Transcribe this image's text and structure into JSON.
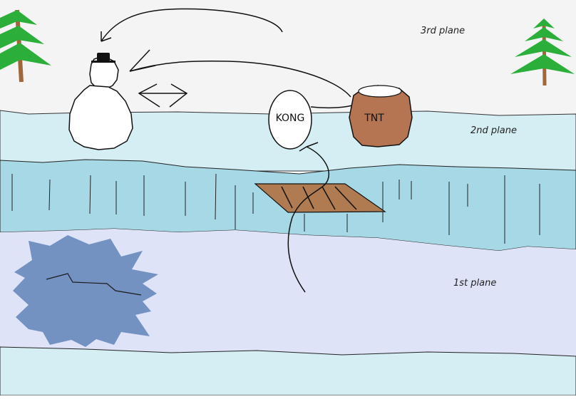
{
  "planes": {
    "third": "3rd plane",
    "second": "2nd plane",
    "first": "1st plane"
  },
  "objects": {
    "kong_barrel": "KONG",
    "tnt_barrel": "TNT"
  },
  "colors": {
    "sky": "#f4f4f4",
    "second_plane": "#d4eef4",
    "water": "#a6d8e5",
    "first_plane": "#dfe3f8",
    "bottom_band": "#d4eef4",
    "ice_blob": "#7392c1",
    "tree": "#2cae3a",
    "trunk": "#a0673a",
    "raft": "#b07b50",
    "tnt": "#b57552"
  }
}
